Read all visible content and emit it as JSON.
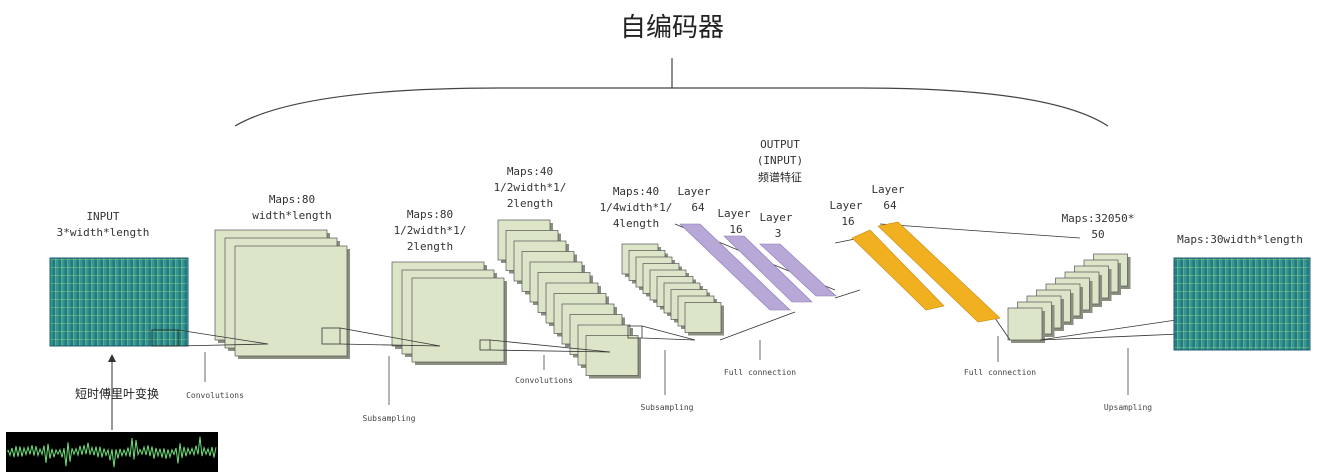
{
  "title": "自编码器",
  "input_label": [
    "INPUT",
    "3*width*length"
  ],
  "stft_label": "短时傅里叶变换",
  "maps_1": [
    "Maps:80",
    "width*length"
  ],
  "maps_2": [
    "Maps:80",
    "1/2width*1/",
    "2length"
  ],
  "maps_3": [
    "Maps:40",
    "1/2width*1/",
    "2length"
  ],
  "maps_4": [
    "Maps:40",
    "1/4width*1/",
    "4length"
  ],
  "layer_64a": [
    "Layer",
    "64"
  ],
  "layer_16a": [
    "Layer",
    "16"
  ],
  "layer_3": [
    "Layer",
    "3"
  ],
  "output_label": [
    "OUTPUT",
    "(INPUT)",
    "频谱特征"
  ],
  "layer_16b": [
    "Layer",
    "16"
  ],
  "layer_64b": [
    "Layer",
    "64"
  ],
  "maps_5": [
    "Maps:32050*",
    "50"
  ],
  "output_maps": "Maps:30width*length",
  "step_labels": {
    "conv1": "Convolutions",
    "sub1": "Subsampling",
    "conv2": "Convolutions",
    "sub2": "Subsampling",
    "fc1": "Full connection",
    "fc2": "Full connection",
    "up": "Upsampling"
  },
  "colors": {
    "map_fill": "#dde5c8",
    "map_stroke": "#555555",
    "encoder_layer": "#b8a8d8",
    "decoder_layer": "#f0b020",
    "spectrogram": "#2a8a8a"
  }
}
